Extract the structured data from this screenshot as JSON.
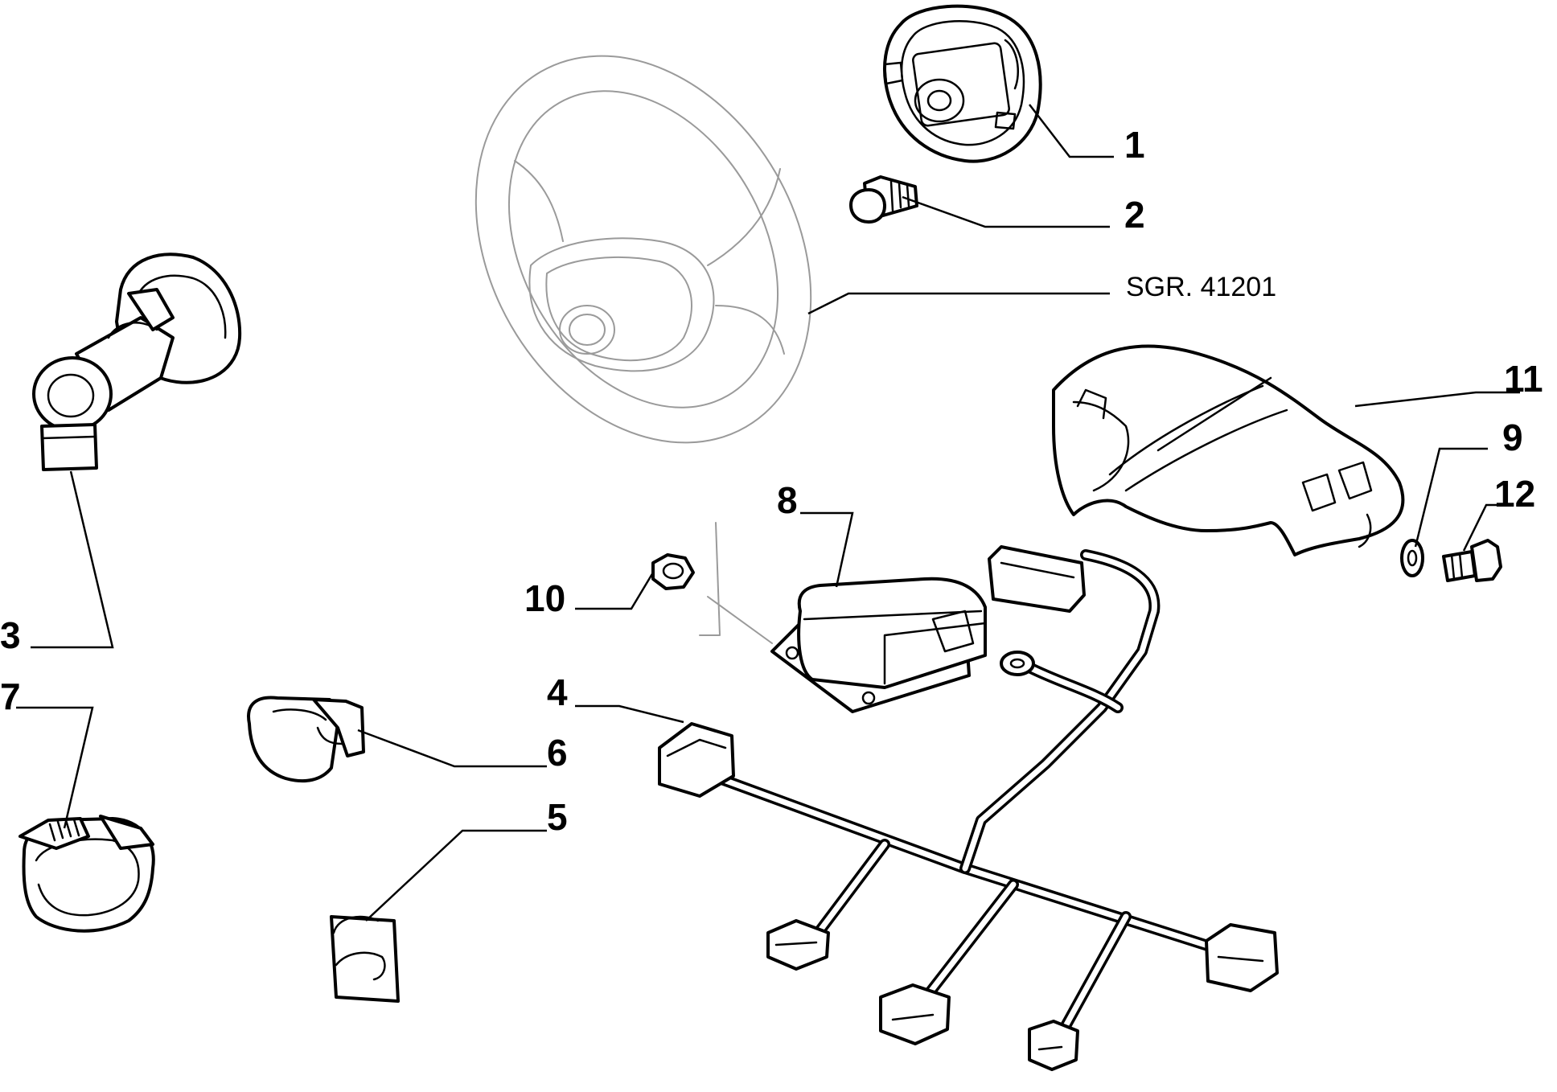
{
  "diagram": {
    "callouts": {
      "c1": "1",
      "c2": "2",
      "c3": "3",
      "c4": "4",
      "c5": "5",
      "c6": "6",
      "c7": "7",
      "c8": "8",
      "c9": "9",
      "c10": "10",
      "c11": "11",
      "c12": "12"
    },
    "reference_label": "SGR. 41201"
  }
}
